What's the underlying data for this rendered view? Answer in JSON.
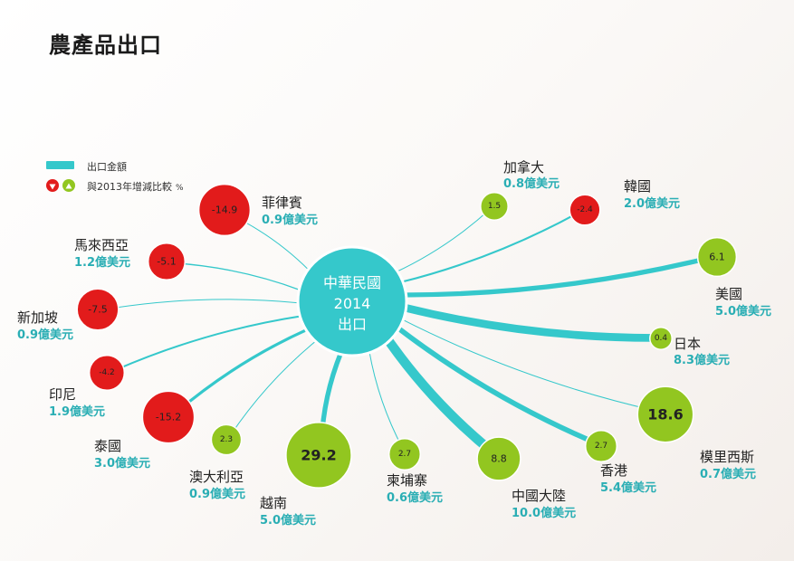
{
  "title": "農產品出口",
  "legend": {
    "amount_label": "出口金額",
    "change_label": "與2013年增減比較",
    "change_unit": "%"
  },
  "colors": {
    "link": "#35c8cb",
    "hub": "#35c8cb",
    "decrease": "#e21b1b",
    "increase": "#92c620",
    "value_text": "#2aaeb4"
  },
  "hub": {
    "line1": "中華民國",
    "line2": "2014",
    "line3": "出口"
  },
  "destinations": [
    {
      "id": "philippines",
      "name": "菲律賓",
      "value_text": "0.9億美元",
      "value": 0.9,
      "change": "-14.9",
      "change_pct": -14.9
    },
    {
      "id": "malaysia",
      "name": "馬來西亞",
      "value_text": "1.2億美元",
      "value": 1.2,
      "change": "-5.1",
      "change_pct": -5.1
    },
    {
      "id": "singapore",
      "name": "新加坡",
      "value_text": "0.9億美元",
      "value": 0.9,
      "change": "-7.5",
      "change_pct": -7.5
    },
    {
      "id": "indonesia",
      "name": "印尼",
      "value_text": "1.9億美元",
      "value": 1.9,
      "change": "-4.2",
      "change_pct": -4.2
    },
    {
      "id": "thailand",
      "name": "泰國",
      "value_text": "3.0億美元",
      "value": 3.0,
      "change": "-15.2",
      "change_pct": -15.2
    },
    {
      "id": "australia",
      "name": "澳大利亞",
      "value_text": "0.9億美元",
      "value": 0.9,
      "change": "2.3",
      "change_pct": 2.3
    },
    {
      "id": "vietnam",
      "name": "越南",
      "value_text": "5.0億美元",
      "value": 5.0,
      "change": "29.2",
      "change_pct": 29.2
    },
    {
      "id": "cambodia",
      "name": "柬埔寨",
      "value_text": "0.6億美元",
      "value": 0.6,
      "change": "2.7",
      "change_pct": 2.7
    },
    {
      "id": "china",
      "name": "中國大陸",
      "value_text": "10.0億美元",
      "value": 10.0,
      "change": "8.8",
      "change_pct": 8.8
    },
    {
      "id": "hongkong",
      "name": "香港",
      "value_text": "5.4億美元",
      "value": 5.4,
      "change": "2.7",
      "change_pct": 2.7
    },
    {
      "id": "mauritius",
      "name": "模里西斯",
      "value_text": "0.7億美元",
      "value": 0.7,
      "change": "18.6",
      "change_pct": 18.6
    },
    {
      "id": "japan",
      "name": "日本",
      "value_text": "8.3億美元",
      "value": 8.3,
      "change": "0.4",
      "change_pct": 0.4
    },
    {
      "id": "usa",
      "name": "美國",
      "value_text": "5.0億美元",
      "value": 5.0,
      "change": "6.1",
      "change_pct": 6.1
    },
    {
      "id": "korea",
      "name": "韓國",
      "value_text": "2.0億美元",
      "value": 2.0,
      "change": "-2.4",
      "change_pct": -2.4
    },
    {
      "id": "canada",
      "name": "加拿大",
      "value_text": "0.8億美元",
      "value": 0.8,
      "change": "1.5",
      "change_pct": 1.5
    }
  ]
}
